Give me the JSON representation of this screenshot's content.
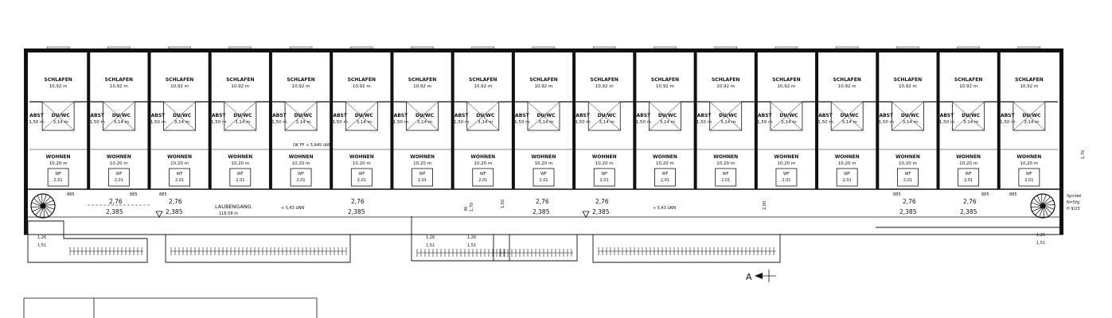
{
  "units": [
    {
      "sleep": "SCHLAFEN",
      "sleep_area": "10,92 m",
      "storage": "ABST",
      "storage_area": "1,50 m",
      "bath": "DU/WC",
      "bath_area": "3,14 m",
      "living": "WOHNEN",
      "living_area": "10,20 m",
      "hall": "WF",
      "hall_area": "2,01"
    },
    {
      "sleep": "SCHLAFEN",
      "sleep_area": "10,92 m",
      "storage": "ABST",
      "storage_area": "1,50 m",
      "bath": "DU/WC",
      "bath_area": "3,14 m",
      "living": "WOHNEN",
      "living_area": "10,20 m",
      "hall": "WF",
      "hall_area": "2,01"
    },
    {
      "sleep": "SCHLAFEN",
      "sleep_area": "10,92 m",
      "storage": "ABST",
      "storage_area": "1,50 m",
      "bath": "DU/WC",
      "bath_area": "3,14 m",
      "living": "WOHNEN",
      "living_area": "10,20 m",
      "hall": "WF",
      "hall_area": "2,01"
    },
    {
      "sleep": "SCHLAFEN",
      "sleep_area": "10,92 m",
      "storage": "ABST",
      "storage_area": "1,50 m",
      "bath": "DU/WC",
      "bath_area": "3,14 m",
      "living": "WOHNEN",
      "living_area": "10,20 m",
      "hall": "WF",
      "hall_area": "2,01"
    },
    {
      "sleep": "SCHLAFEN",
      "sleep_area": "10,92 m",
      "storage": "ABST",
      "storage_area": "1,50 m",
      "bath": "DU/WC",
      "bath_area": "3,14 m",
      "living": "WOHNEN",
      "living_area": "10,20 m",
      "hall": "WF",
      "hall_area": "2,01"
    },
    {
      "sleep": "SCHLAFEN",
      "sleep_area": "10,92 m",
      "storage": "ABST",
      "storage_area": "1,50 m",
      "bath": "DU/WC",
      "bath_area": "3,14 m",
      "living": "WOHNEN",
      "living_area": "10,20 m",
      "hall": "WF",
      "hall_area": "2,01"
    },
    {
      "sleep": "SCHLAFEN",
      "sleep_area": "10,92 m",
      "storage": "ABST",
      "storage_area": "1,50 m",
      "bath": "DU/WC",
      "bath_area": "3,14 m",
      "living": "WOHNEN",
      "living_area": "10,20 m",
      "hall": "WF",
      "hall_area": "2,01"
    },
    {
      "sleep": "SCHLAFEN",
      "sleep_area": "10,92 m",
      "storage": "ABST",
      "storage_area": "1,50 m",
      "bath": "DU/WC",
      "bath_area": "3,14 m",
      "living": "WOHNEN",
      "living_area": "10,20 m",
      "hall": "WF",
      "hall_area": "2,01"
    },
    {
      "sleep": "SCHLAFEN",
      "sleep_area": "10,92 m",
      "storage": "ABST",
      "storage_area": "1,50 m",
      "bath": "DU/WC",
      "bath_area": "3,14 m",
      "living": "WOHNEN",
      "living_area": "10,20 m",
      "hall": "WF",
      "hall_area": "2,01"
    },
    {
      "sleep": "SCHLAFEN",
      "sleep_area": "10,92 m",
      "storage": "ABST",
      "storage_area": "1,50 m",
      "bath": "DU/WC",
      "bath_area": "3,14 m",
      "living": "WOHNEN",
      "living_area": "10,20 m",
      "hall": "WF",
      "hall_area": "2,01"
    },
    {
      "sleep": "SCHLAFEN",
      "sleep_area": "10,92 m",
      "storage": "ABST",
      "storage_area": "1,50 m",
      "bath": "DU/WC",
      "bath_area": "3,14 m",
      "living": "WOHNEN",
      "living_area": "10,20 m",
      "hall": "WF",
      "hall_area": "2,01"
    },
    {
      "sleep": "SCHLAFEN",
      "sleep_area": "10,92 m",
      "storage": "ABST",
      "storage_area": "1,50 m",
      "bath": "DU/WC",
      "bath_area": "3,14 m",
      "living": "WOHNEN",
      "living_area": "10,20 m",
      "hall": "WF",
      "hall_area": "2,01"
    },
    {
      "sleep": "SCHLAFEN",
      "sleep_area": "10,92 m",
      "storage": "ABST",
      "storage_area": "1,50 m",
      "bath": "DU/WC",
      "bath_area": "3,14 m",
      "living": "WOHNEN",
      "living_area": "10,20 m",
      "hall": "WF",
      "hall_area": "2,01"
    },
    {
      "sleep": "SCHLAFEN",
      "sleep_area": "10,92 m",
      "storage": "ABST",
      "storage_area": "1,50 m",
      "bath": "DU/WC",
      "bath_area": "3,14 m",
      "living": "WOHNEN",
      "living_area": "10,20 m",
      "hall": "WF",
      "hall_area": "2,01"
    },
    {
      "sleep": "SCHLAFEN",
      "sleep_area": "10,92 m",
      "storage": "ABST",
      "storage_area": "1,50 m",
      "bath": "DU/WC",
      "bath_area": "3,14 m",
      "living": "WOHNEN",
      "living_area": "10,20 m",
      "hall": "WF",
      "hall_area": "2,01"
    },
    {
      "sleep": "SCHLAFEN",
      "sleep_area": "10,92 m",
      "storage": "ABST",
      "storage_area": "1,50 m",
      "bath": "DU/WC",
      "bath_area": "3,14 m",
      "living": "WOHNEN",
      "living_area": "10,20 m",
      "hall": "WF",
      "hall_area": "2,01"
    },
    {
      "sleep": "SCHLAFEN",
      "sleep_area": "10,92 m",
      "storage": "ABST",
      "storage_area": "1,50 m",
      "bath": "DU/WC",
      "bath_area": "3,14 m",
      "living": "WOHNEN",
      "living_area": "10,20 m",
      "hall": "WF",
      "hall_area": "2,01"
    }
  ],
  "corridor": {
    "label": "LAUBENGANG",
    "area": "116,58 m",
    "level_left": "+ 5,43 üNN",
    "level_right": "+ 5,43 üNN",
    "level_interior": "OK FF + 5,645 üNN"
  },
  "dimensions": {
    "bay_upper": "2,76",
    "bay_lower": "2,385",
    "door": "885",
    "column_a": "30",
    "column_b": "1,70",
    "column_c": "1,50",
    "corridor_depth": "2,00",
    "stair_a": "1,26",
    "stair_b": "1,51"
  },
  "spindle": {
    "title": "Spindel",
    "steps": "N=5fg",
    "rise": "H 9/23"
  },
  "section_marker": "A",
  "side_dim": "1,76",
  "colors": {
    "ink": "#111111",
    "paper": "#ffffff"
  }
}
